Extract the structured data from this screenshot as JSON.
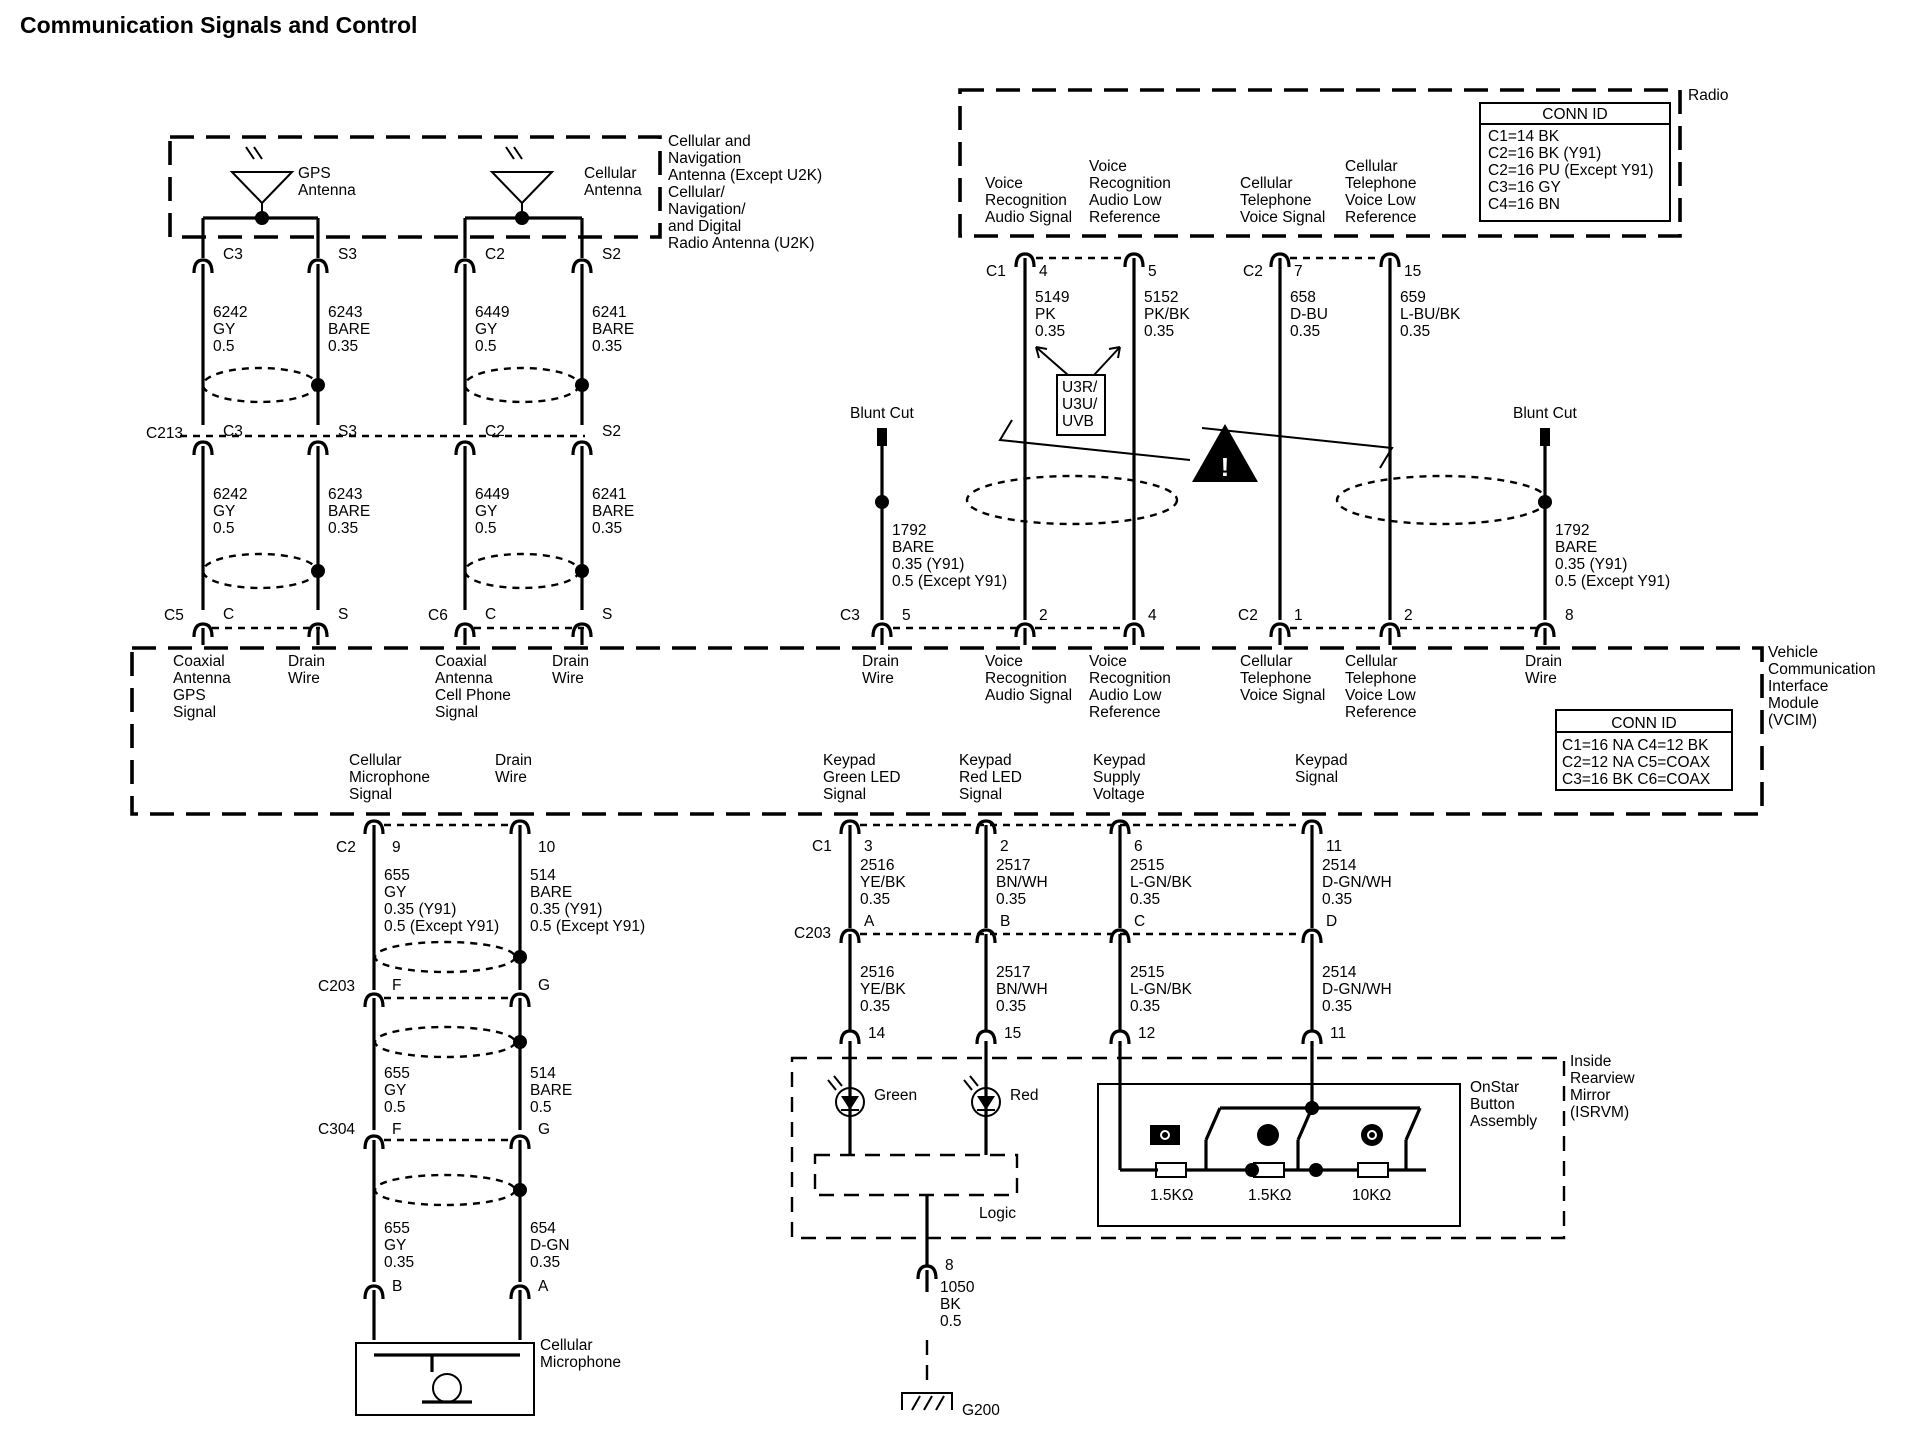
{
  "title": "Communication Signals and Control",
  "antenna_box": {
    "label": [
      "Cellular and",
      "Navigation",
      "Antenna (Except U2K)",
      "Cellular/",
      "Navigation/",
      "and Digital",
      "Radio Antenna (U2K)"
    ],
    "gps": [
      "GPS",
      "Antenna"
    ],
    "cell": [
      "Cellular",
      "Antenna"
    ]
  },
  "radio": {
    "label": "Radio",
    "conn_id": {
      "title": "CONN ID",
      "rows": [
        "C1=14 BK",
        "C2=16 BK (Y91)",
        "C2=16 PU (Except Y91)",
        "C3=16 GY",
        "C4=16 BN"
      ]
    },
    "pins": [
      {
        "conn": "C1",
        "pin": "4",
        "label": [
          "Voice",
          "Recognition",
          "Audio Signal"
        ],
        "circuit": [
          "5149",
          "PK",
          "0.35"
        ],
        "vcim_pin": "2",
        "vcim_label": [
          "Voice",
          "Recognition",
          "Audio Signal"
        ]
      },
      {
        "conn": "",
        "pin": "5",
        "label": [
          "Voice",
          "Recognition",
          "Audio Low",
          "Reference"
        ],
        "circuit": [
          "5152",
          "PK/BK",
          "0.35"
        ],
        "vcim_pin": "4",
        "vcim_label": [
          "Voice",
          "Recognition",
          "Audio Low",
          "Reference"
        ]
      },
      {
        "conn": "C2",
        "pin": "7",
        "label": [
          "Cellular",
          "Telephone",
          "Voice Signal"
        ],
        "circuit": [
          "658",
          "D-BU",
          "0.35"
        ],
        "vcim_pin": "1",
        "vcim_label": [
          "Cellular",
          "Telephone",
          "Voice Signal"
        ]
      },
      {
        "conn": "",
        "pin": "15",
        "label": [
          "Cellular",
          "Telephone",
          "Voice Low",
          "Reference"
        ],
        "circuit": [
          "659",
          "L-BU/BK",
          "0.35"
        ],
        "vcim_pin": "2",
        "vcim_label": [
          "Cellular",
          "Telephone",
          "Voice Low",
          "Reference"
        ]
      }
    ],
    "option_box": [
      "U3R/",
      "U3U/",
      "UVB"
    ],
    "blunt_cut": "Blunt Cut",
    "drain": [
      "1792",
      "BARE",
      "0.35 (Y91)",
      "0.5 (Except Y91)"
    ],
    "vcim_c3": "C3",
    "vcim_c3_pin": "5",
    "vcim_c2": "C2",
    "vcim_c2_pin": "8"
  },
  "antenna_wires": [
    {
      "top_pin": "C3",
      "mid_pin": "C3",
      "bot_pin": "C",
      "circuit": [
        "6242",
        "GY",
        "0.5"
      ],
      "vcim_label": [
        "Coaxial",
        "Antenna",
        "GPS",
        "Signal"
      ]
    },
    {
      "top_pin": "S3",
      "mid_pin": "S3",
      "bot_pin": "S",
      "circuit": [
        "6243",
        "BARE",
        "0.35"
      ],
      "vcim_label": [
        "Drain",
        "Wire"
      ]
    },
    {
      "top_pin": "C2",
      "mid_pin": "C2",
      "bot_pin": "C",
      "circuit": [
        "6449",
        "GY",
        "0.5"
      ],
      "vcim_label": [
        "Coaxial",
        "Antenna",
        "Cell Phone",
        "Signal"
      ]
    },
    {
      "top_pin": "S2",
      "mid_pin": "S2",
      "bot_pin": "S",
      "circuit": [
        "6241",
        "BARE",
        "0.35"
      ],
      "vcim_label": [
        "Drain",
        "Wire"
      ]
    }
  ],
  "connectors": {
    "c213": "C213",
    "c5": "C5",
    "c6": "C6",
    "c203": "C203",
    "c304": "C304",
    "c2": "C2",
    "c1": "C1"
  },
  "vcim": {
    "label": [
      "Vehicle",
      "Communication",
      "Interface",
      "Module",
      "(VCIM)"
    ],
    "conn_id": {
      "title": "CONN ID",
      "rows": [
        "C1=16 NA  C4=12 BK",
        "C2=12 NA  C5=COAX",
        "C3=16 BK  C6=COAX"
      ]
    },
    "drain_label": [
      "Drain",
      "Wire"
    ]
  },
  "mic": {
    "signal": {
      "label": [
        "Cellular",
        "Microphone",
        "Signal"
      ],
      "pin": "9",
      "circuit_top": [
        "655",
        "GY",
        "0.35 (Y91)",
        "0.5 (Except Y91)"
      ],
      "c203": "F",
      "circuit_mid": [
        "655",
        "GY",
        "0.5"
      ],
      "c304": "F",
      "circuit_bot": [
        "655",
        "GY",
        "0.35"
      ],
      "mic_pin": "B"
    },
    "drain": {
      "label": [
        "Drain",
        "Wire"
      ],
      "pin": "10",
      "circuit_top": [
        "514",
        "BARE",
        "0.35 (Y91)",
        "0.5 (Except Y91)"
      ],
      "c203": "G",
      "circuit_mid": [
        "514",
        "BARE",
        "0.5"
      ],
      "c304": "G",
      "circuit_bot": [
        "654",
        "D-GN",
        "0.35"
      ],
      "mic_pin": "A"
    },
    "device": [
      "Cellular",
      "Microphone"
    ]
  },
  "keypad": [
    {
      "label": [
        "Keypad",
        "Green LED",
        "Signal"
      ],
      "pin": "3",
      "circuit": [
        "2516",
        "YE/BK",
        "0.35"
      ],
      "c203": "A",
      "isrvm_pin": "14"
    },
    {
      "label": [
        "Keypad",
        "Red LED",
        "Signal"
      ],
      "pin": "2",
      "circuit": [
        "2517",
        "BN/WH",
        "0.35"
      ],
      "c203": "B",
      "isrvm_pin": "15"
    },
    {
      "label": [
        "Keypad",
        "Supply",
        "Voltage"
      ],
      "pin": "6",
      "circuit": [
        "2515",
        "L-GN/BK",
        "0.35"
      ],
      "c203": "C",
      "isrvm_pin": "12"
    },
    {
      "label": [
        "Keypad",
        "Signal"
      ],
      "pin": "11",
      "circuit": [
        "2514",
        "D-GN/WH",
        "0.35"
      ],
      "c203": "D",
      "isrvm_pin": "11"
    }
  ],
  "isrvm": {
    "label": [
      "Inside",
      "Rearview",
      "Mirror",
      "(ISRVM)"
    ],
    "green": "Green",
    "red": "Red",
    "logic": "Logic",
    "button_assembly": [
      "OnStar",
      "Button",
      "Assembly"
    ],
    "resistors": [
      "1.5KΩ",
      "1.5KΩ",
      "10KΩ"
    ],
    "ground_pin": "8",
    "ground_circuit": [
      "1050",
      "BK",
      "0.5"
    ],
    "ground": "G200"
  },
  "icons": [
    "antenna-icon",
    "warning-triangle-icon",
    "led-icon",
    "ground-icon",
    "microphone-icon",
    "button-icon"
  ]
}
